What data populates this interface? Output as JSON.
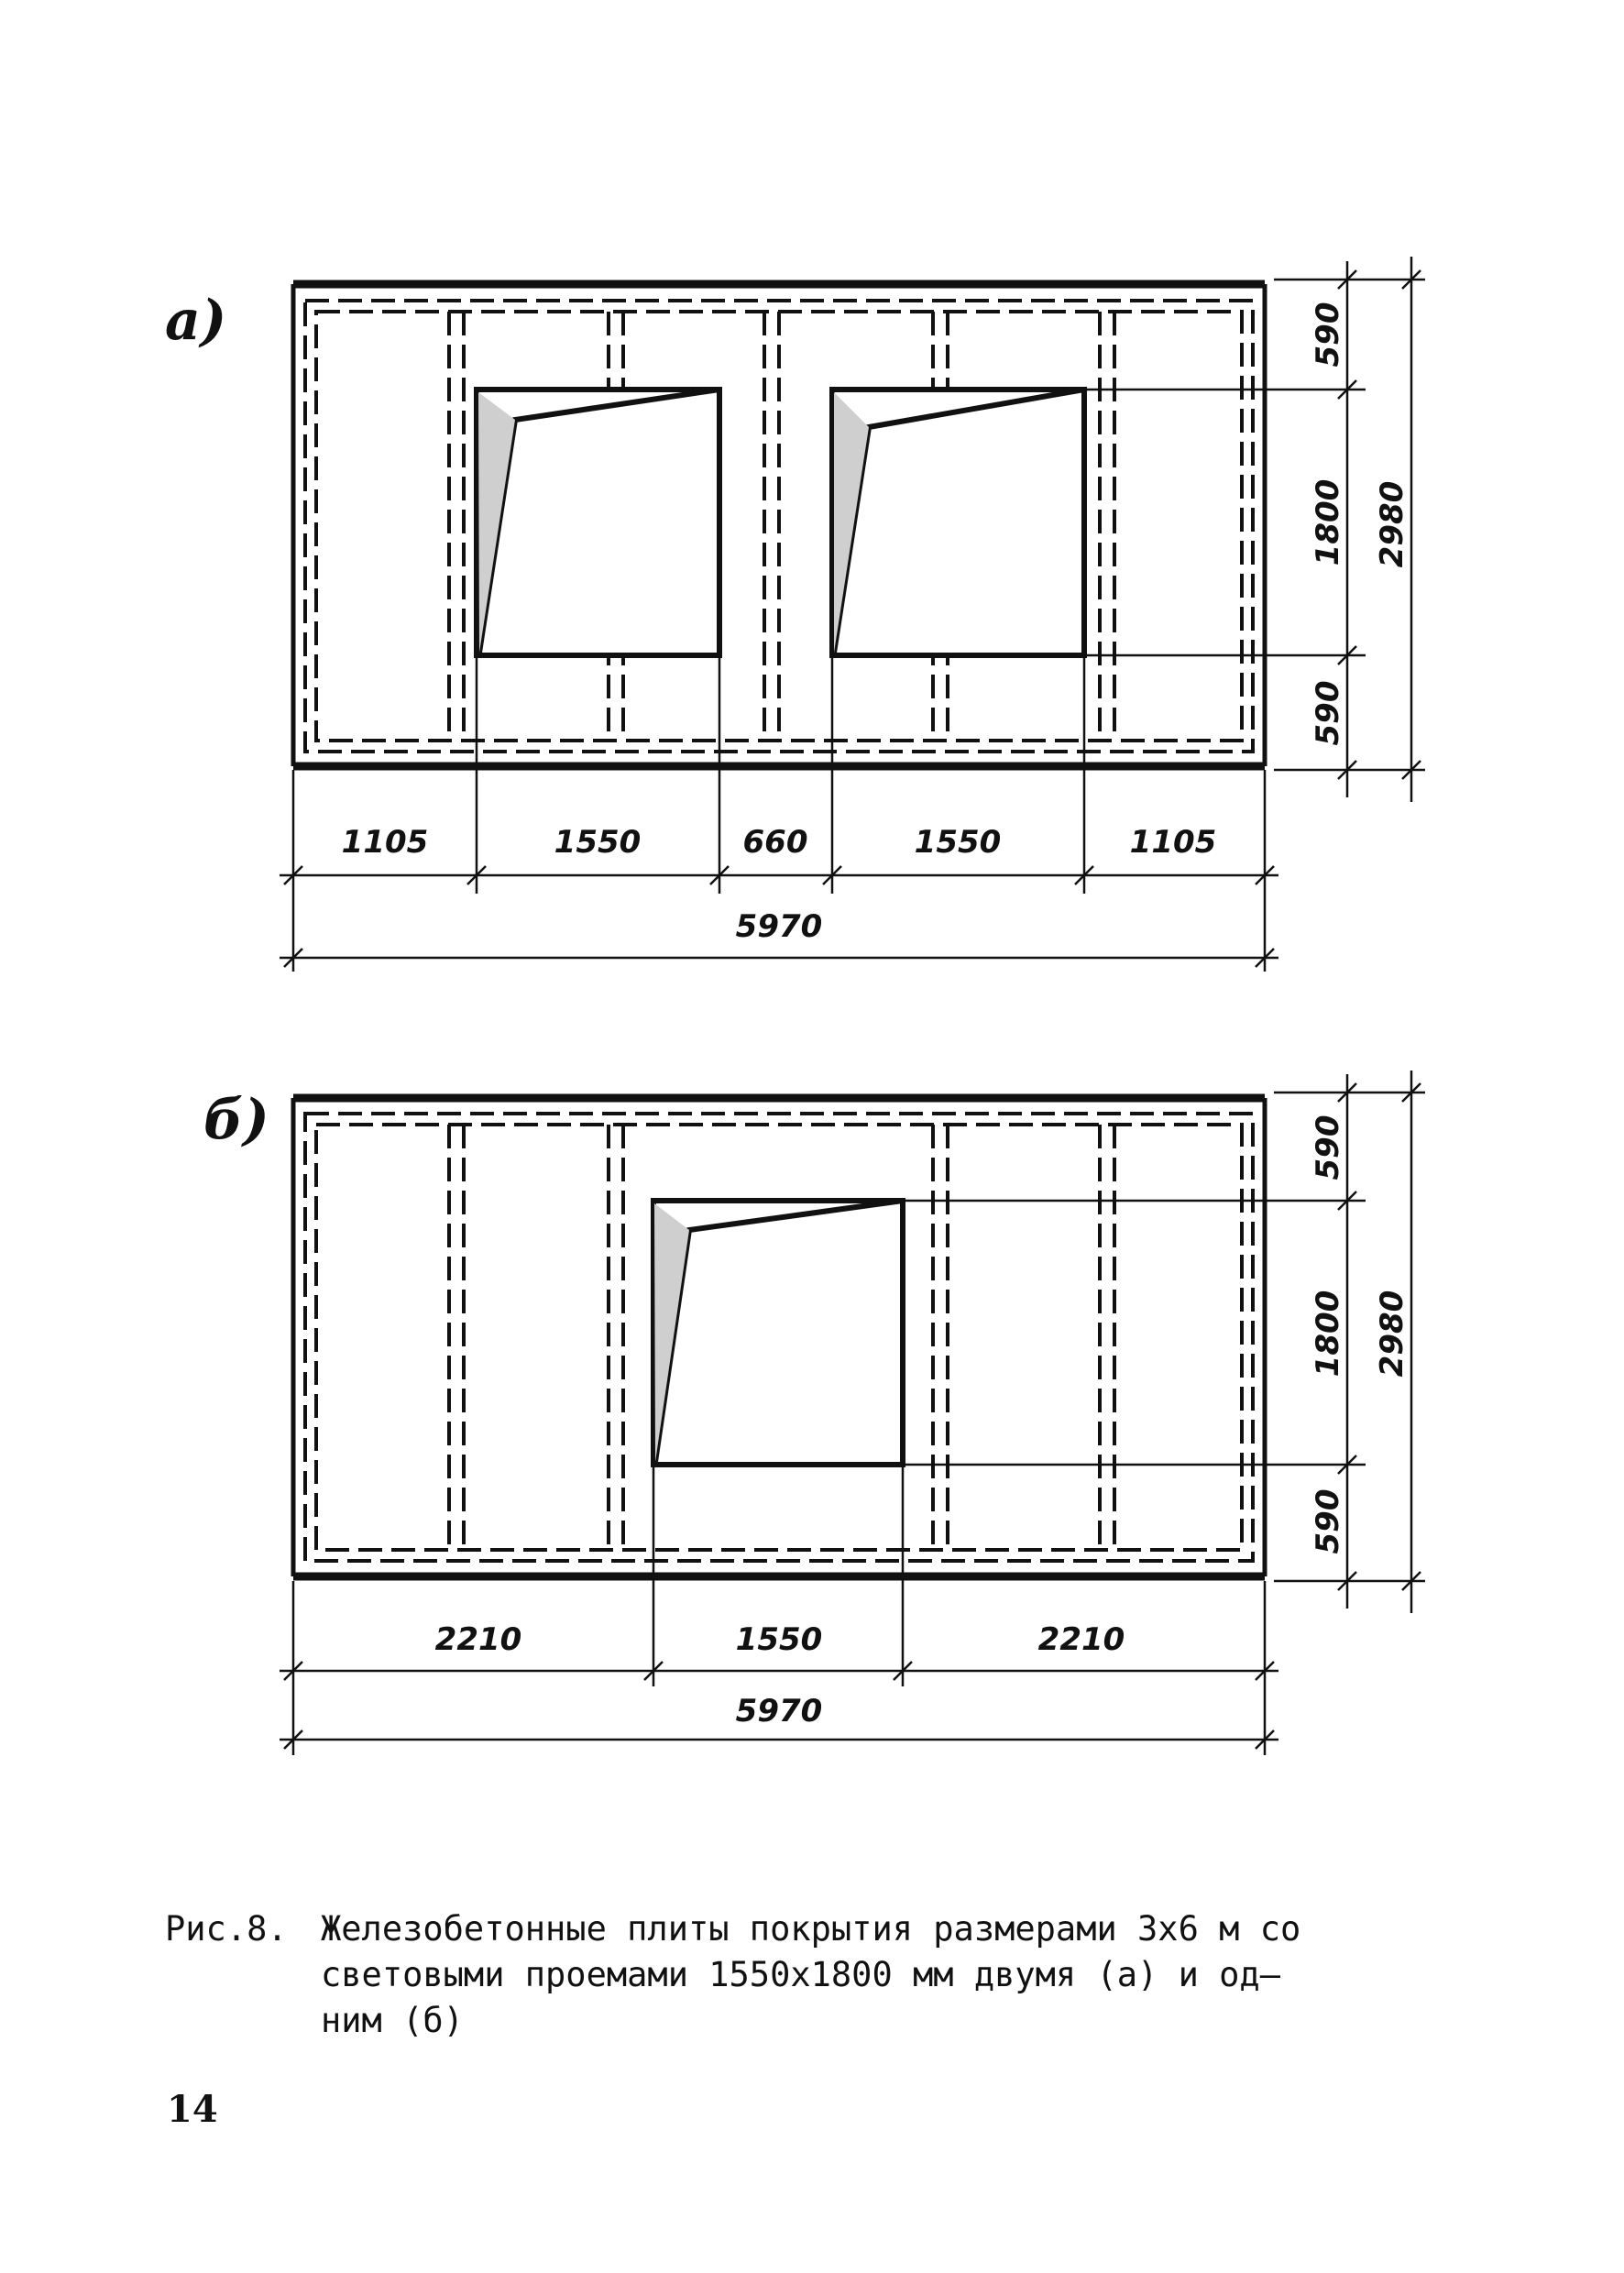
{
  "panel_a": {
    "label": "а)",
    "dims_vertical": [
      "590",
      "1800",
      "590"
    ],
    "dim_total_height": "2980",
    "dims_horizontal": [
      "1105",
      "1550",
      "660",
      "1550",
      "1105"
    ],
    "dim_total_width": "5970"
  },
  "panel_b": {
    "label": "б)",
    "dims_vertical": [
      "590",
      "1800",
      "590"
    ],
    "dim_total_height": "2980",
    "dims_horizontal": [
      "2210",
      "1550",
      "2210"
    ],
    "dim_total_width": "5970"
  },
  "caption": {
    "number": "Рис.8.",
    "lines": [
      "Железобетонные плиты покрытия размерами 3х6 м со",
      "световыми проемами 1550х1800 мм двумя (а) и од–",
      "ним (б)"
    ]
  },
  "page_number": "14"
}
